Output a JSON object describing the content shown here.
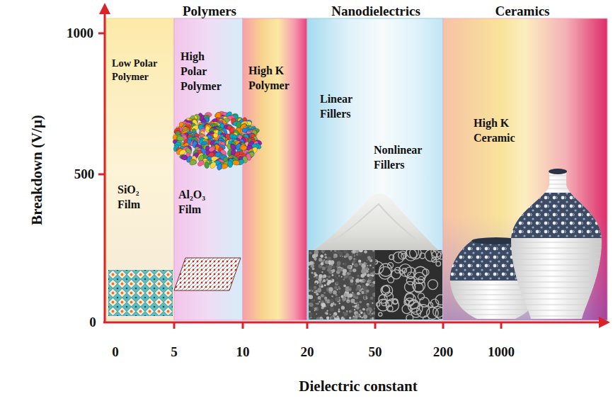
{
  "diagram": {
    "nodes": [
      {
        "text": [
          "Low Polar Polymer",
          "SiO₂ Film"
        ]
      },
      {
        "text": [
          "High Polar Polymer",
          "Al₂O₃ Film"
        ]
      },
      {
        "text": [
          "High K Polymer"
        ]
      },
      {
        "text": [
          "Linear Fillers",
          "Nonlinear Fillers"
        ]
      },
      {
        "text": [
          "High K Ceramic"
        ]
      }
    ],
    "labels": [
      "Polymers",
      "Nanodielectrics",
      "Ceramics",
      "1000",
      "500",
      "0",
      "0",
      "5",
      "10",
      "20",
      "50",
      "200",
      "1000",
      "Breakdown (V/μ)",
      "Dielectric constant"
    ]
  }
}
